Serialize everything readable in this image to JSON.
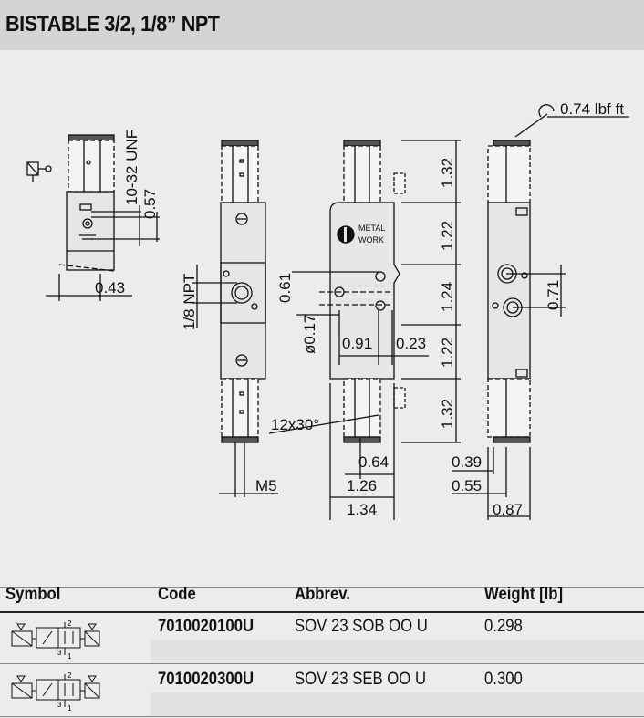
{
  "title": "BISTABLE 3/2, 1/8” NPT",
  "drawing": {
    "labels": {
      "unf": "10-32 UNF",
      "d057": "0.57",
      "d043": "0.43",
      "npt": "1/8 NPT",
      "d061": "0.61",
      "d017": "ø0.17",
      "d091": "0.91",
      "d023": "0.23",
      "angle": "12x30°",
      "m5": "M5",
      "d064": "0.64",
      "d126": "1.26",
      "d134": "1.34",
      "v132a": "1.32",
      "v122a": "1.22",
      "v124": "1.24",
      "v122b": "1.22",
      "v132b": "1.32",
      "torque": "0.74 lbf ft",
      "d071": "0.71",
      "d039": "0.39",
      "d055": "0.55",
      "d087": "0.87",
      "logo_top": "METAL",
      "logo_bottom": "WORK"
    }
  },
  "table": {
    "headers": [
      "Symbol",
      "Code",
      "Abbrev.",
      "Weight [lb]"
    ],
    "rows": [
      {
        "code": "7010020100U",
        "abbrev": "SOV 23 SOB OO U",
        "weight": "0.298"
      },
      {
        "code": "7010020300U",
        "abbrev": "SOV 23 SEB OO U",
        "weight": "0.300"
      }
    ],
    "symbol_labels": {
      "p2": "2",
      "p1": "1",
      "p3": "3"
    }
  }
}
